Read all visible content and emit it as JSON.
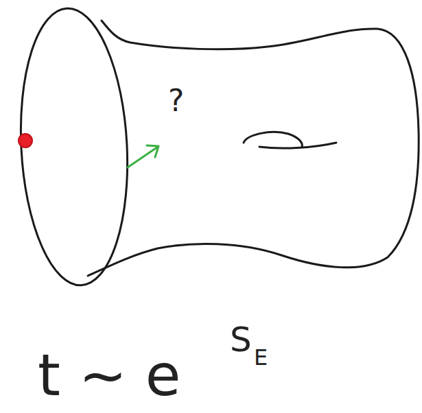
{
  "diagram": {
    "labels": [
      "?",
      "t ~ e",
      "S",
      "E"
    ]
  }
}
